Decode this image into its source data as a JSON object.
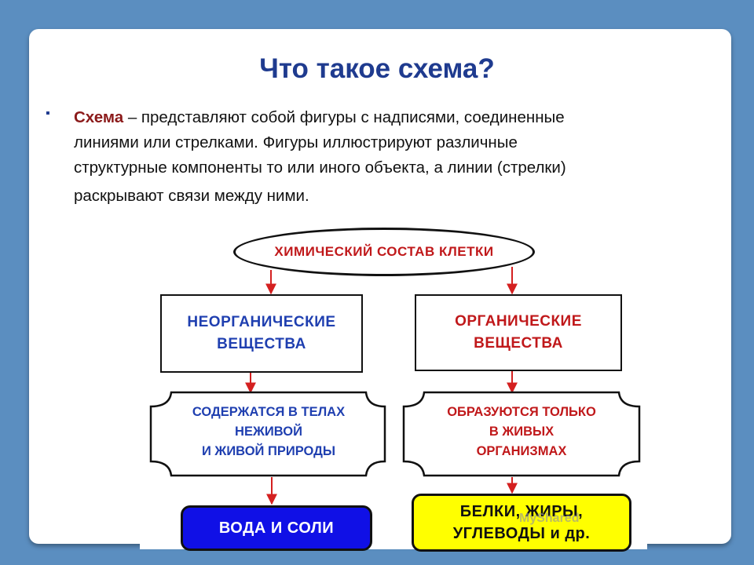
{
  "slide": {
    "title": "Что такое схема?",
    "bullet": "▪",
    "definition_term": "Схема",
    "definition_line1": " – представляют собой фигуры с надписями, соединенные",
    "definition_line2": "линиями или стрелками. Фигуры иллюстрируют различные",
    "definition_line3": "структурные компоненты  то или иного объекта, а линии (стрелки)",
    "definition_line4": "раскрывают связи между ними."
  },
  "diagram": {
    "root": "ХИМИЧЕСКИЙ СОСТАВ КЛЕТКИ",
    "left_category_line1": "НЕОРГАНИЧЕСКИЕ",
    "left_category_line2": "ВЕЩЕСТВА",
    "right_category_line1": "ОРГАНИЧЕСКИЕ",
    "right_category_line2": "ВЕЩЕСТВА",
    "left_note_line1": "СОДЕРЖАТСЯ В ТЕЛАХ",
    "left_note_line2": "НЕЖИВОЙ",
    "left_note_line3": "И ЖИВОЙ ПРИРОДЫ",
    "right_note_line1": "ОБРАЗУЮТСЯ ТОЛЬКО",
    "right_note_line2": "В ЖИВЫХ",
    "right_note_line3": "ОРГАНИЗМАХ",
    "left_leaf": "ВОДА И СОЛИ",
    "right_leaf_line1": "БЕЛКИ, ЖИРЫ,",
    "right_leaf_line2": "УГЛЕВОДЫ и др.",
    "watermark": "MyShared",
    "colors": {
      "arrow": "#d42020",
      "blue_text": "#1f3fb0",
      "red_text": "#c0181a",
      "blue_fill": "#1010e6",
      "yellow_fill": "#ffff00"
    }
  }
}
